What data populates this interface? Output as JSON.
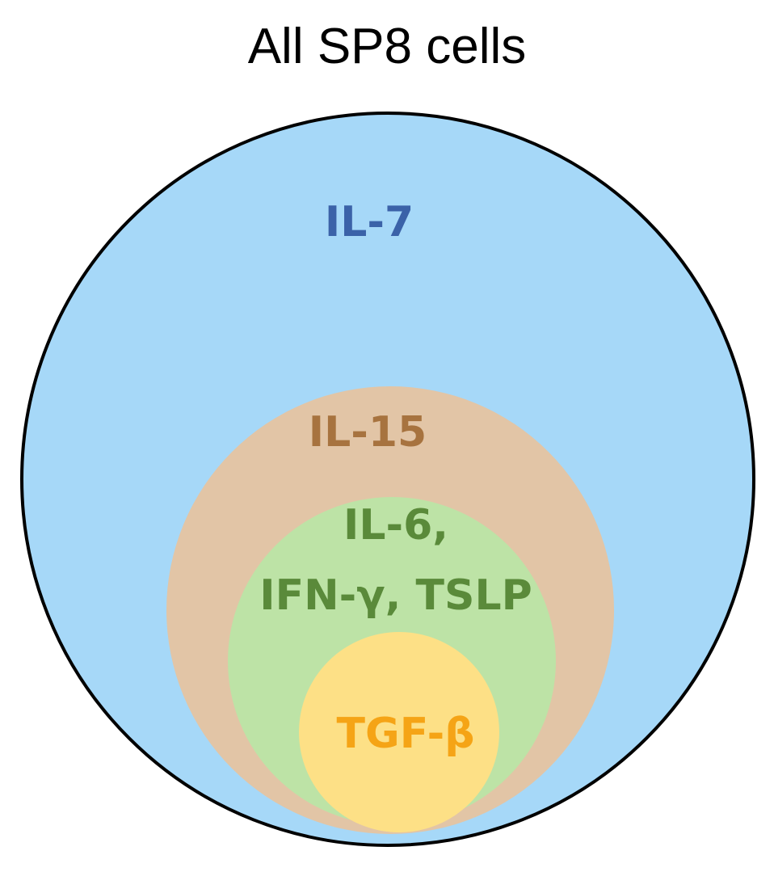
{
  "title": "All SP8 cells",
  "sets": [
    {
      "label_lines": [
        "IL-7"
      ],
      "fill": "#a6d8f8",
      "text_color": "#3b62a8"
    },
    {
      "label_lines": [
        "IL-15"
      ],
      "fill": "#e2c5a6",
      "text_color": "#a7733f"
    },
    {
      "label_lines": [
        "IL-6,",
        "IFN-γ, TSLP"
      ],
      "fill": "#bde3a6",
      "text_color": "#5a8a3a"
    },
    {
      "label_lines": [
        "TGF-β"
      ],
      "fill": "#fde086",
      "text_color": "#f5a416"
    }
  ]
}
